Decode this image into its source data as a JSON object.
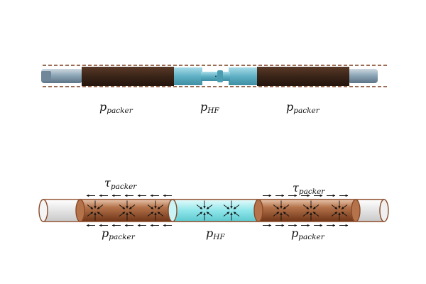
{
  "labels": {
    "top_left": {
      "base": "p",
      "sub": "packer"
    },
    "top_mid": {
      "base": "p",
      "sub": "HF"
    },
    "top_right": {
      "base": "p",
      "sub": "packer"
    },
    "tau_left": {
      "base": "τ",
      "sub": "packer"
    },
    "tau_right": {
      "base": "τ",
      "sub": "packer"
    },
    "bot_left": {
      "base": "p",
      "sub": "packer"
    },
    "bot_mid": {
      "base": "p",
      "sub": "HF"
    },
    "bot_right": {
      "base": "p",
      "sub": "packer"
    }
  },
  "colors": {
    "packer_dark": "#3a2418",
    "packer_brown": "#8b4a28",
    "fluid_cyan": "#7fe3e6",
    "tool_steel": "#8ea7b8",
    "tool_blue": "#5fb0c4",
    "dash_brown": "#7a3a18"
  }
}
